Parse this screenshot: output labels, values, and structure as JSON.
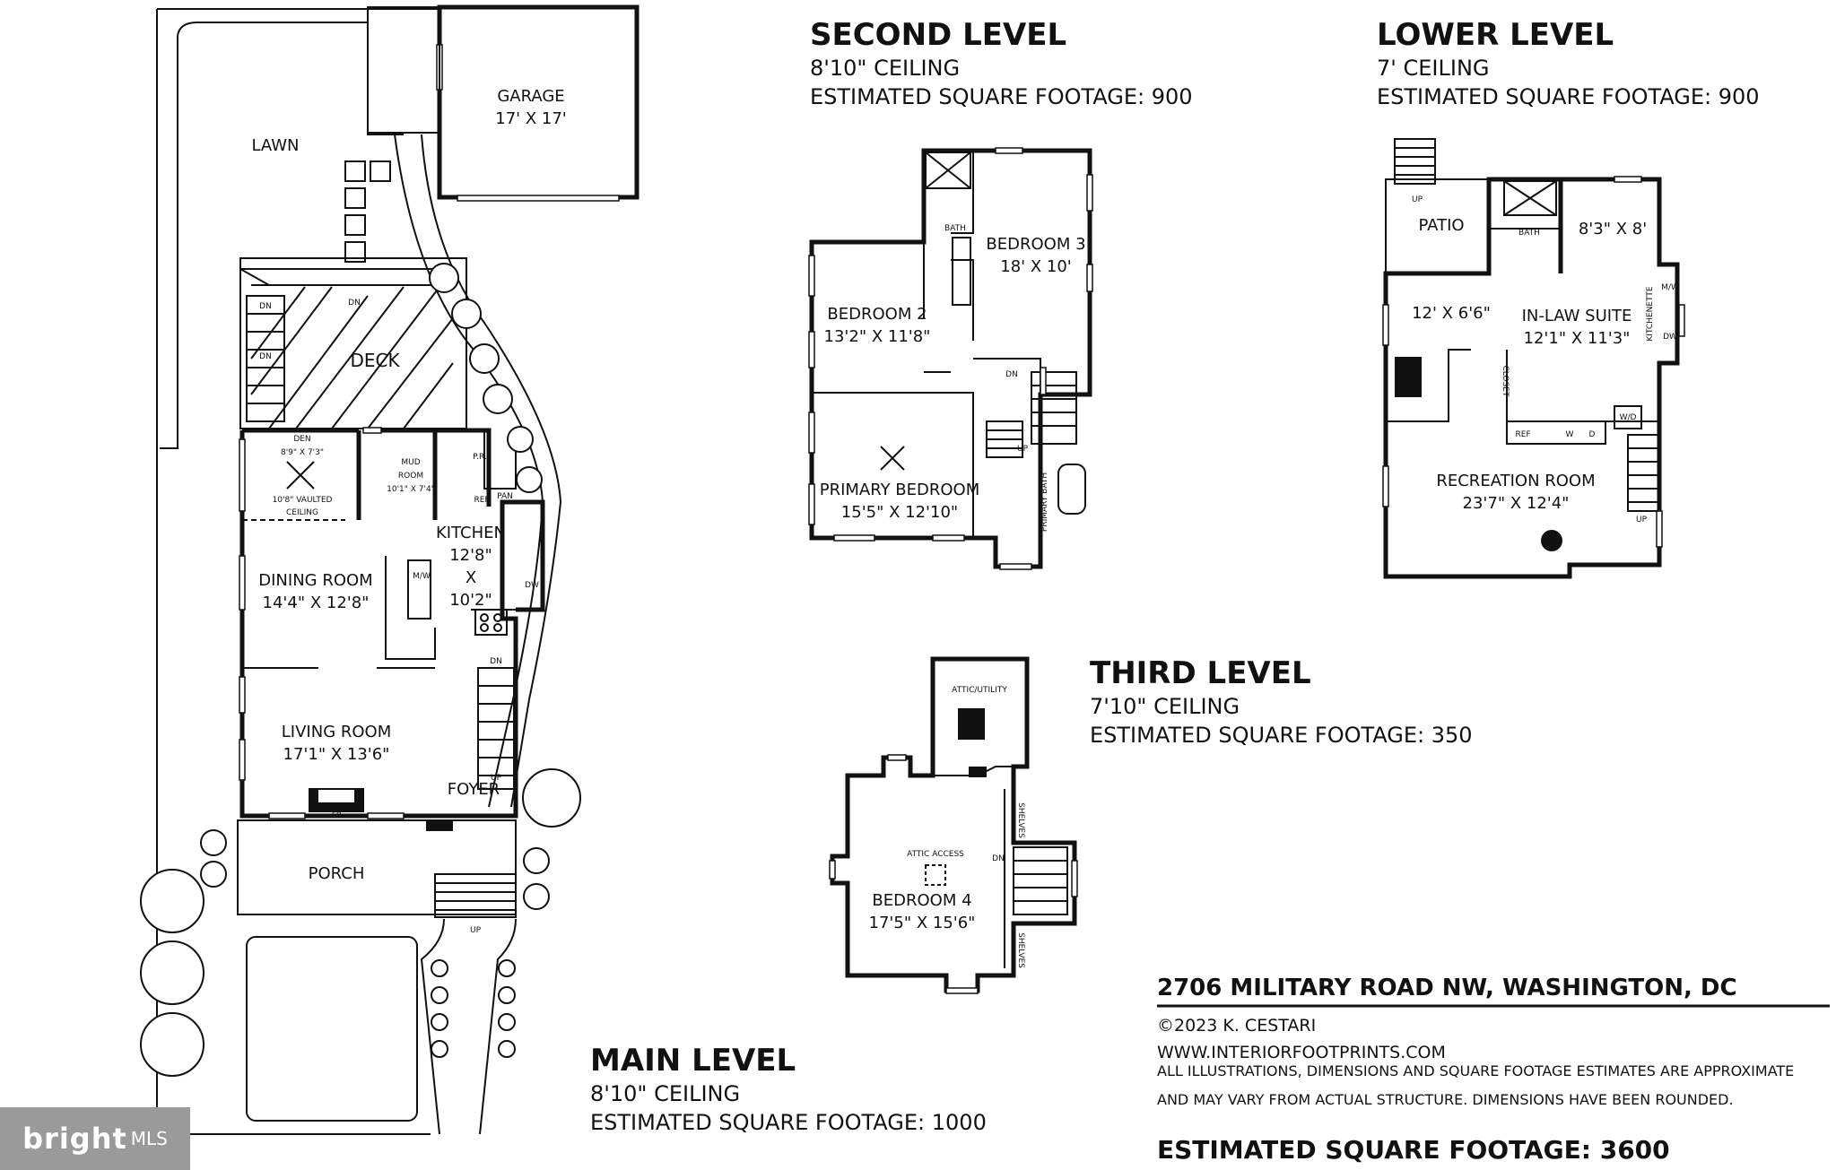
{
  "second_level": {
    "title": "SECOND LEVEL",
    "ceiling": "8'10\" CEILING",
    "sqft": "ESTIMATED SQUARE FOOTAGE: 900"
  },
  "lower_level": {
    "title": "LOWER LEVEL",
    "ceiling": "7' CEILING",
    "sqft": "ESTIMATED SQUARE FOOTAGE: 900"
  },
  "third_level": {
    "title": "THIRD LEVEL",
    "ceiling": "7'10\" CEILING",
    "sqft": "ESTIMATED SQUARE FOOTAGE: 350"
  },
  "main_level": {
    "title": "MAIN LEVEL",
    "ceiling": "8'10\" CEILING",
    "sqft": "ESTIMATED SQUARE FOOTAGE: 1000"
  },
  "address": "2706 MILITARY ROAD NW, WASHINGTON, DC",
  "copyright": "©2023 K. CESTARI",
  "website": "WWW.INTERIORFOOTPRINTS.COM",
  "disclaimer1": "ALL ILLUSTRATIONS, DIMENSIONS AND SQUARE FOOTAGE ESTIMATES ARE APPROXIMATE",
  "disclaimer2": "AND MAY VARY FROM ACTUAL STRUCTURE. DIMENSIONS HAVE BEEN ROUNDED.",
  "total_sqft": "ESTIMATED SQUARE FOOTAGE: 3600",
  "logo": {
    "text": "bright",
    "suffix": "MLS"
  },
  "main_rooms": {
    "lawn": "LAWN",
    "garage": "GARAGE",
    "garage_dim": "17' X 17'",
    "deck": "DECK",
    "den": "DEN",
    "den_dim": "8'9\" X 7'3\"",
    "den_ceiling1": "10'8\" VAULTED",
    "den_ceiling2": "CEILING",
    "mud": "MUD",
    "mud2": "ROOM",
    "mud_dim": "10'1\" X 7'4\"",
    "pr": "P.R.",
    "ref": "REF",
    "pan": "PAN",
    "mw": "M/W",
    "dw": "DW",
    "kitchen": "KITCHEN",
    "kitchen_d1": "12'8\"",
    "kitchen_x": "X",
    "kitchen_d2": "10'2\"",
    "dining": "DINING ROOM",
    "dining_dim": "14'4\" X 12'8\"",
    "living": "LIVING ROOM",
    "living_dim": "17'1\" X 13'6\"",
    "foyer": "FOYER",
    "fp": "FP",
    "porch": "PORCH",
    "dn": "DN",
    "up": "UP"
  },
  "second_rooms": {
    "bath": "BATH",
    "bed3": "BEDROOM 3",
    "bed3_dim": "18' X 10'",
    "bed2": "BEDROOM 2",
    "bed2_dim": "13'2\" X 11'8\"",
    "primary": "PRIMARY BEDROOM",
    "primary_dim": "15'5\" X 12'10\"",
    "primary_bath": "PRIMARY BATH",
    "dn": "DN",
    "up": "UP"
  },
  "lower_rooms": {
    "patio": "PATIO",
    "bath": "BATH",
    "small_dim": "8'3\" X 8'",
    "closet_dim": "12' X 6'6\"",
    "inlaw": "IN-LAW SUITE",
    "inlaw_dim": "12'1\" X 11'3\"",
    "kitchenette": "KITCHENETTE",
    "mw": "M/W",
    "dw": "DW",
    "closet": "CLOSET",
    "ref": "REF",
    "w": "W",
    "d": "D",
    "wd": "W/D",
    "rec": "RECREATION ROOM",
    "rec_dim": "23'7\" X 12'4\"",
    "up": "UP"
  },
  "third_rooms": {
    "attic": "ATTIC/UTILITY",
    "attic_access": "ATTIC ACCESS",
    "bed4": "BEDROOM 4",
    "bed4_dim": "17'5\" X 15'6\"",
    "shelves": "SHELVES",
    "dn": "DN"
  }
}
